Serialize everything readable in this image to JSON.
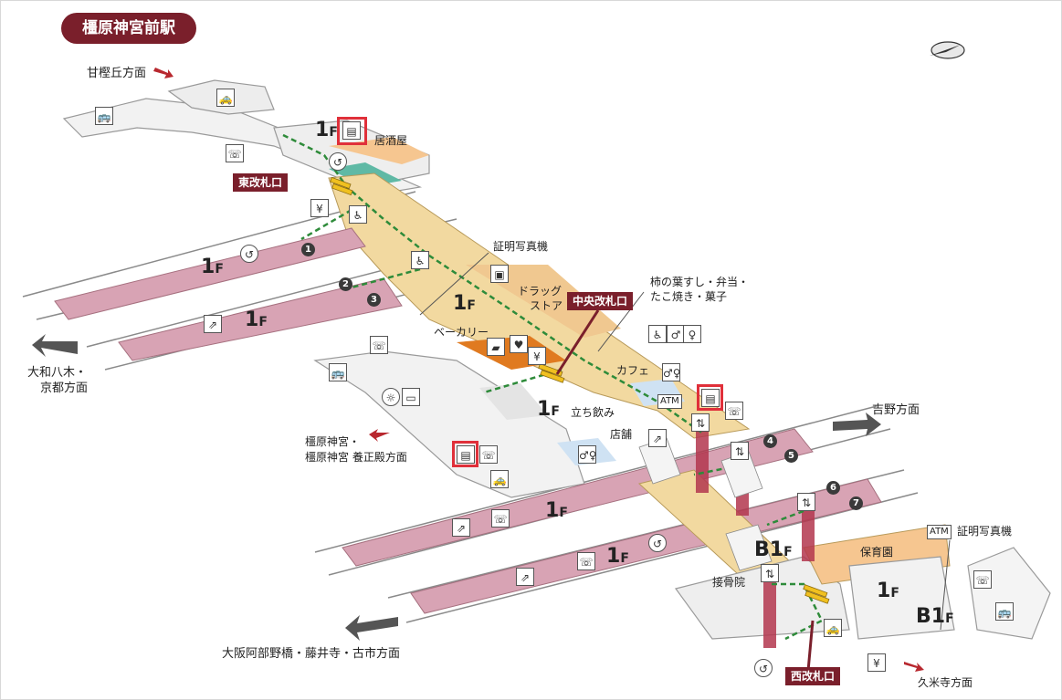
{
  "station_title": "橿原神宮前駅",
  "floors": {
    "f1": "1",
    "f1_suffix": "F",
    "b1": "B1",
    "b1_suffix": "F"
  },
  "gates": {
    "east": "東改札口",
    "central": "中央改札口",
    "west": "西改札口"
  },
  "directions": {
    "amakashi": "甘樫丘方面",
    "yamato_yagi": "大和八木・",
    "kyoto": "京都方面",
    "jingu_line1": "橿原神宮・",
    "jingu_line2": "橿原神宮 養正殿方面",
    "yoshino": "吉野方面",
    "osaka": "大阪阿部野橋・藤井寺・古市方面",
    "kumedera": "久米寺方面"
  },
  "facilities": {
    "izakaya": "居酒屋",
    "photo_booth": "証明写真機",
    "drugstore_line1": "ドラッグ",
    "drugstore_line2": "ストア",
    "bakery": "ベーカリー",
    "kakinoha_line1": "柿の葉すし・弁当・",
    "kakinoha_line2": "たこ焼き・菓子",
    "cafe": "カフェ",
    "standing_bar": "立ち飲み",
    "shop": "店舗",
    "nursery": "保育園",
    "photo_booth_2": "証明写真機",
    "osteopath": "接骨院",
    "atm": "ATM",
    "atm_2": "ATM"
  },
  "platform_numbers": [
    "1",
    "2",
    "3",
    "4",
    "5",
    "6",
    "7"
  ],
  "icons": [
    "coin-locker-icon",
    "telephone-icon",
    "taxi-icon",
    "bus-icon",
    "yen-icon",
    "wheelchair-icon",
    "escalator-icon",
    "elevator-icon",
    "restroom-icon",
    "information-icon",
    "ticket-machine-icon",
    "compass-icon"
  ],
  "colors": {
    "gate_badge": "#7a1f2b",
    "platform": "#d8a3b4",
    "concourse": "#f2d9a0",
    "route": "#2e8b3a",
    "highlight": "#e0303a",
    "elevator_shaft": "#b3364d"
  }
}
